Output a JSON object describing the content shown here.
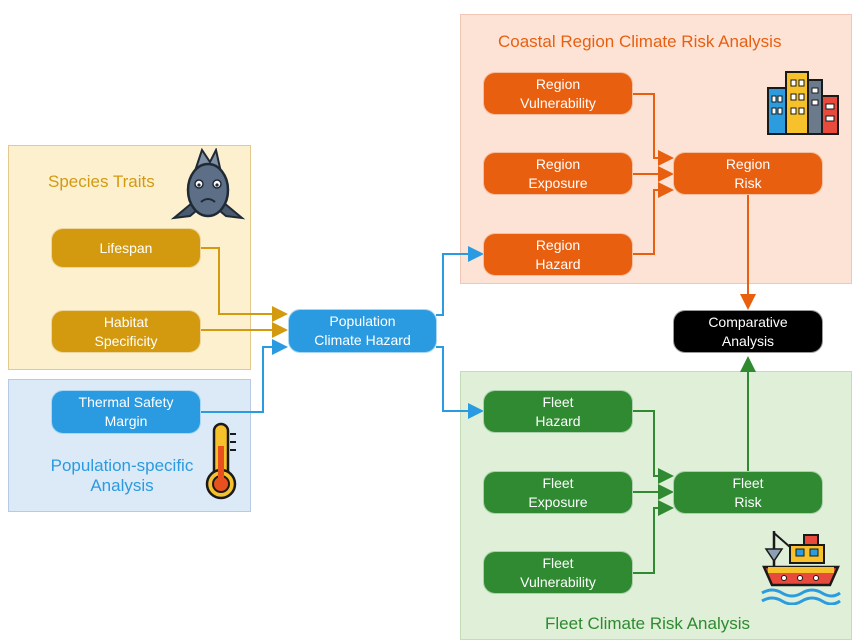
{
  "panels": {
    "species_title": "Species Traits",
    "population_title": [
      "Population-specific",
      "Analysis"
    ],
    "coastal_title": "Coastal Region Climate Risk Analysis",
    "fleet_title": "Fleet Climate Risk Analysis"
  },
  "nodes": {
    "lifespan": [
      "Lifespan"
    ],
    "habitat": [
      "Habitat",
      "Specificity"
    ],
    "thermal": [
      "Thermal Safety",
      "Margin"
    ],
    "pop_hazard": [
      "Population",
      "Climate Hazard"
    ],
    "region_vulnerability": [
      "Region",
      "Vulnerability"
    ],
    "region_exposure": [
      "Region",
      "Exposure"
    ],
    "region_hazard": [
      "Region",
      "Hazard"
    ],
    "region_risk": [
      "Region",
      "Risk"
    ],
    "comparative": [
      "Comparative",
      "Analysis"
    ],
    "fleet_hazard": [
      "Fleet",
      "Hazard"
    ],
    "fleet_exposure": [
      "Fleet",
      "Exposure"
    ],
    "fleet_vulnerability": [
      "Fleet",
      "Vulnerability"
    ],
    "fleet_risk": [
      "Fleet",
      "Risk"
    ]
  },
  "icons": [
    "fish-icon",
    "thermometer-icon",
    "city-buildings-icon",
    "fishing-boat-icon"
  ],
  "colors": {
    "species": "#d39a0f",
    "population": "#2a9be0",
    "coastal": "#e85f10",
    "fleet": "#2f8a31",
    "comparative": "#000000"
  }
}
